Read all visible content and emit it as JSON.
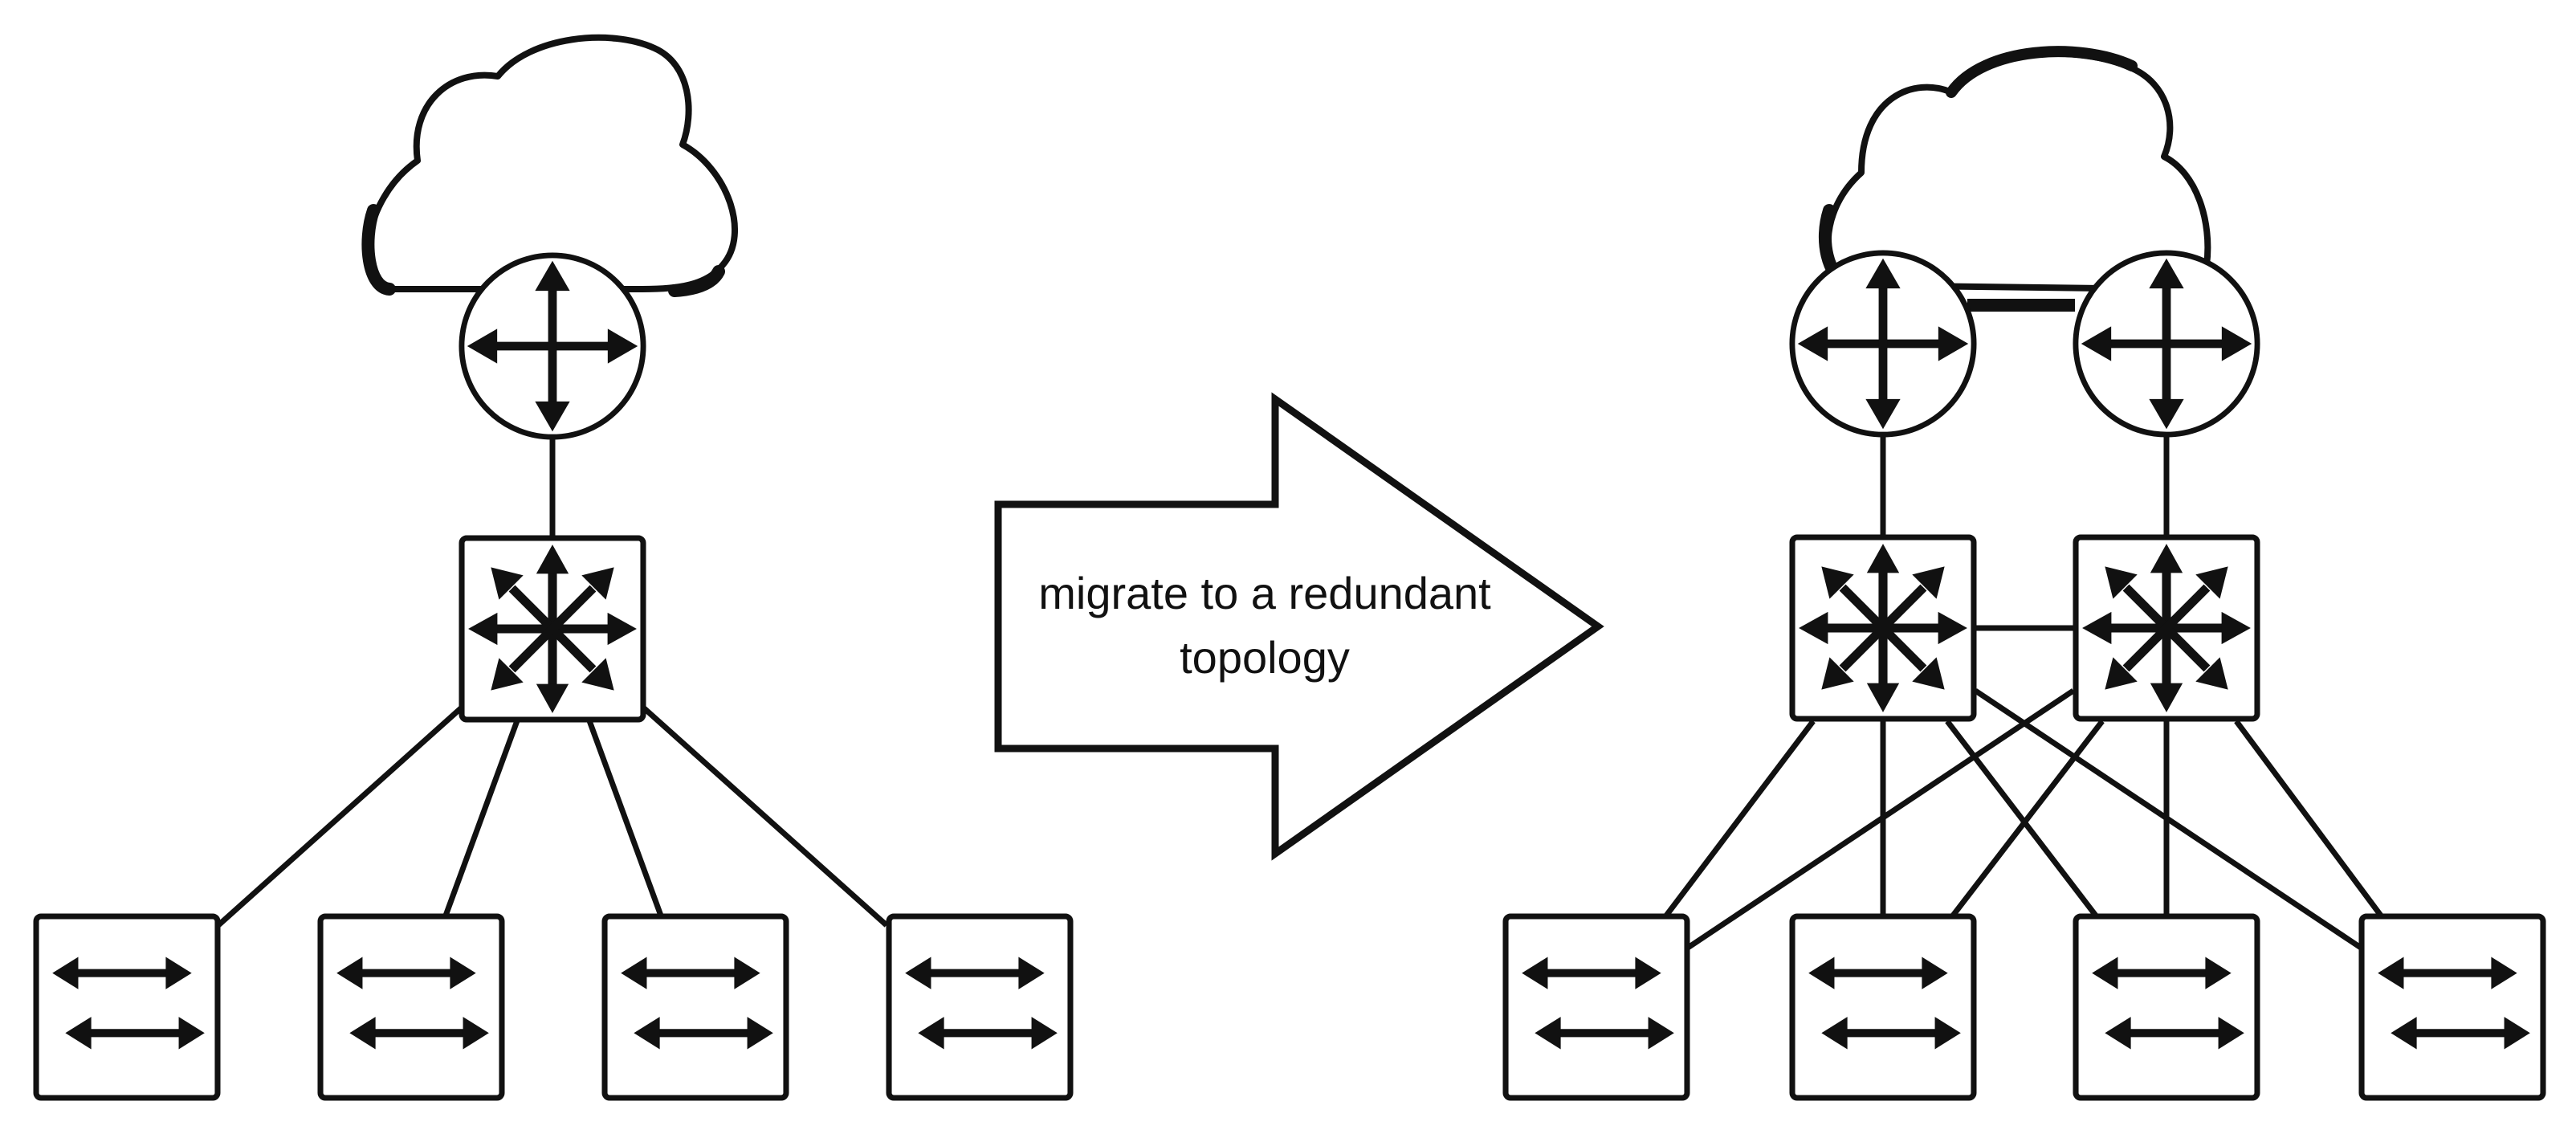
{
  "arrow_label": {
    "line1": "migrate to a redundant",
    "line2": "topology"
  },
  "colors": {
    "stroke": "#111111",
    "background": "#ffffff"
  },
  "icons": {
    "cloud": "cloud-icon",
    "router": "router-icon",
    "core_switch": "core-switch-icon",
    "access_switch": "access-switch-icon",
    "migration_arrow": "migration-arrow"
  }
}
